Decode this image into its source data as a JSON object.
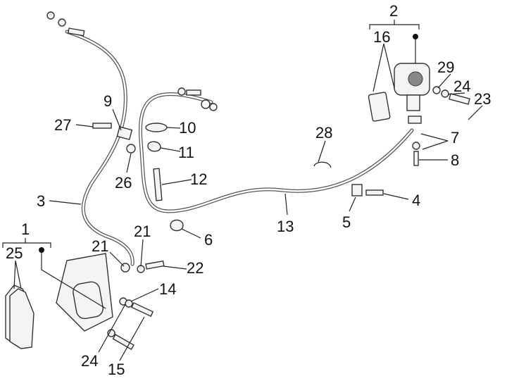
{
  "callouts": [
    {
      "id": "c2",
      "text": "2"
    },
    {
      "id": "c16",
      "text": "16"
    },
    {
      "id": "c29",
      "text": "29"
    },
    {
      "id": "c24a",
      "text": "24"
    },
    {
      "id": "c23",
      "text": "23"
    },
    {
      "id": "c9",
      "text": "9"
    },
    {
      "id": "c27",
      "text": "27"
    },
    {
      "id": "c10",
      "text": "10"
    },
    {
      "id": "c7",
      "text": "7"
    },
    {
      "id": "c28",
      "text": "28"
    },
    {
      "id": "c11",
      "text": "11"
    },
    {
      "id": "c26",
      "text": "26"
    },
    {
      "id": "c8",
      "text": "8"
    },
    {
      "id": "c12",
      "text": "12"
    },
    {
      "id": "c4",
      "text": "4"
    },
    {
      "id": "c3",
      "text": "3"
    },
    {
      "id": "c13",
      "text": "13"
    },
    {
      "id": "c5",
      "text": "5"
    },
    {
      "id": "c1",
      "text": "1"
    },
    {
      "id": "c21a",
      "text": "21"
    },
    {
      "id": "c6",
      "text": "6"
    },
    {
      "id": "c25",
      "text": "25"
    },
    {
      "id": "c21b",
      "text": "21"
    },
    {
      "id": "c22",
      "text": "22"
    },
    {
      "id": "c14",
      "text": "14"
    },
    {
      "id": "c24b",
      "text": "24"
    },
    {
      "id": "c15",
      "text": "15"
    }
  ]
}
